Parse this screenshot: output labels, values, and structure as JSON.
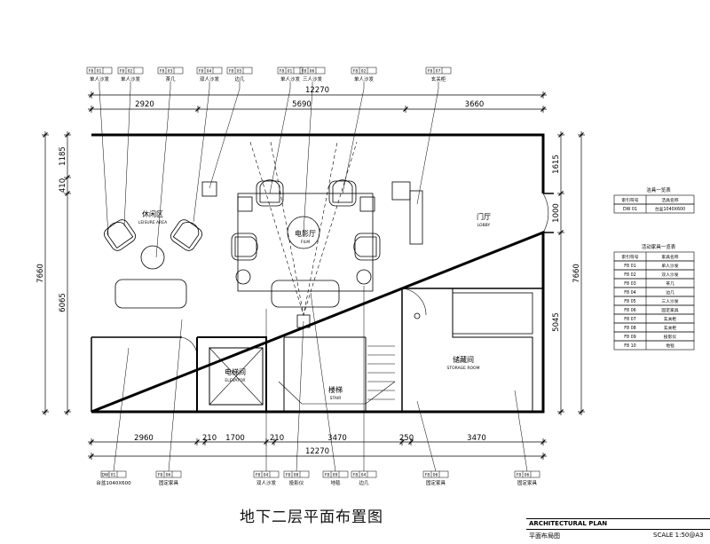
{
  "page_title": "地下二层平面布置图",
  "title_block": {
    "line1": "ARCHITECTURAL PLAN",
    "line2": "平面布局图",
    "scale": "SCALE  1:50@A3"
  },
  "overall": {
    "top": "12270",
    "bottom": "12270"
  },
  "top_dims": [
    "2920",
    "5690",
    "3660"
  ],
  "bottom_dims": [
    "2960",
    "210",
    "1700",
    "210",
    "3470",
    "250",
    "3470"
  ],
  "left_dims": [
    "1185",
    "410",
    "6065",
    "7660"
  ],
  "right_dims": [
    "1615",
    "1000",
    "5045",
    "7660"
  ],
  "rooms": {
    "leisure": {
      "cn": "休闲区",
      "en": "LEISURE AREA"
    },
    "film": {
      "cn": "电影厅",
      "en": "FILM"
    },
    "lobby": {
      "cn": "门厅",
      "en": "LOBBY"
    },
    "storage": {
      "cn": "储藏间",
      "en": "STORAGE ROOM"
    },
    "elevator": {
      "cn": "电梯间",
      "en": "ELEVATOR"
    },
    "stair": {
      "cn": "楼梯",
      "en": "STAIR"
    }
  },
  "top_tags": [
    {
      "code": "F8",
      "num": "01",
      "label": "单人沙发"
    },
    {
      "code": "F8",
      "num": "02",
      "label": "单人沙发"
    },
    {
      "code": "F8",
      "num": "03",
      "label": "茶几"
    },
    {
      "code": "F8",
      "num": "04",
      "label": "双人沙发"
    },
    {
      "code": "F8",
      "num": "05",
      "label": "边几"
    },
    {
      "code": "F8",
      "num": "01",
      "label": "单人沙发"
    },
    {
      "code": "F8",
      "num": "06",
      "label": "三人沙发"
    },
    {
      "code": "F8",
      "num": "02",
      "label": "单人沙发"
    },
    {
      "code": "F8",
      "num": "07",
      "label": "玄关柜"
    }
  ],
  "bottom_tags": [
    {
      "code": "DW",
      "num": "01",
      "label": "台盆1040X600"
    },
    {
      "code": "F8",
      "num": "06",
      "label": "固定家具"
    },
    {
      "code": "F8",
      "num": "04",
      "label": "双人沙发"
    },
    {
      "code": "F8",
      "num": "08",
      "label": "投影仪"
    },
    {
      "code": "F8",
      "num": "09",
      "label": "地毯"
    },
    {
      "code": "F8",
      "num": "04",
      "label": "边几"
    },
    {
      "code": "F8",
      "num": "06",
      "label": "固定家具"
    },
    {
      "code": "F8",
      "num": "06",
      "label": "固定家具"
    }
  ],
  "legend1": {
    "title": "洁具一览表",
    "headers": [
      "索引符号",
      "洁具名称"
    ],
    "rows": [
      {
        "code": "DW 01",
        "name": "台盆1040X600"
      }
    ]
  },
  "legend2": {
    "title": "活动家具一览表",
    "headers": [
      "索引符号",
      "家具名称"
    ],
    "rows": [
      {
        "code": "F8 01",
        "name": "单人沙发"
      },
      {
        "code": "F8 02",
        "name": "双人沙发"
      },
      {
        "code": "F8 03",
        "name": "茶几"
      },
      {
        "code": "F8 04",
        "name": "边几"
      },
      {
        "code": "F8 05",
        "name": "三人沙发"
      },
      {
        "code": "F8 06",
        "name": "固定家具"
      },
      {
        "code": "F8 07",
        "name": "玄关柜"
      },
      {
        "code": "F8 08",
        "name": "玄关柜"
      },
      {
        "code": "F8 09",
        "name": "投影仪"
      },
      {
        "code": "F8 10",
        "name": "地毯"
      }
    ]
  }
}
